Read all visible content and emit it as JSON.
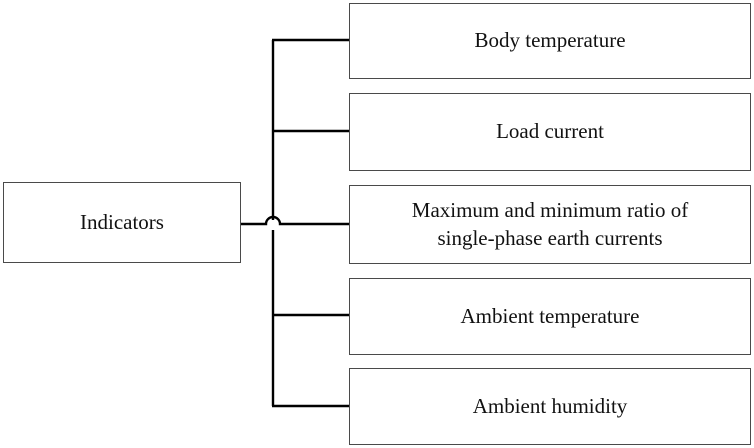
{
  "diagram": {
    "root": {
      "label": "Indicators"
    },
    "children": [
      {
        "label": "Body temperature"
      },
      {
        "label": "Load current"
      },
      {
        "label": "Maximum and minimum ratio of single-phase earth currents"
      },
      {
        "label": "Ambient temperature"
      },
      {
        "label": "Ambient humidity"
      }
    ],
    "line_color": "#000000",
    "border_color": "#4a4a4a"
  }
}
